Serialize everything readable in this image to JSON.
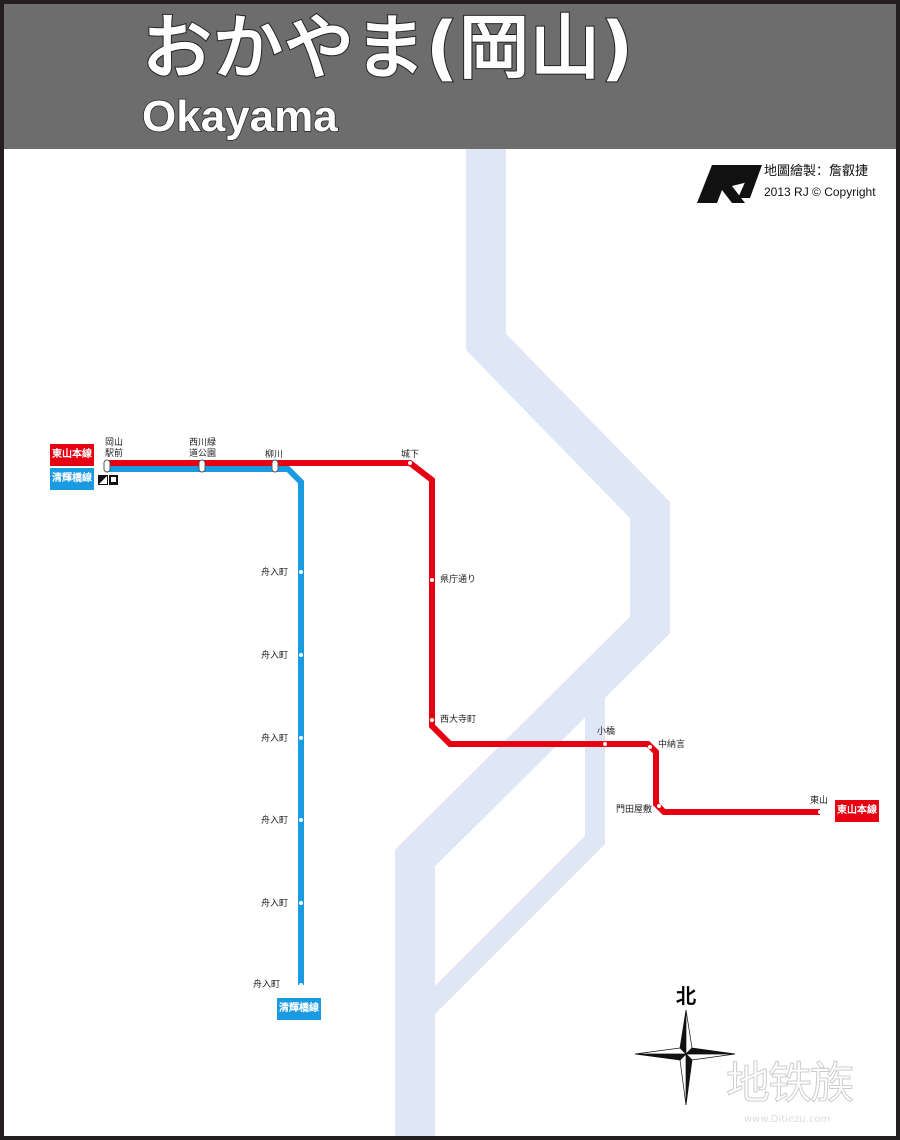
{
  "header": {
    "title_jp": "おかやま(岡山)",
    "title_en": "Okayama"
  },
  "credit": {
    "line1": "地圖繪製：詹叡捷",
    "line2": "2013 RJ © Copyright",
    "logo_text": "RJ"
  },
  "lines": {
    "higashiyama": {
      "name": "東山本線",
      "color": "#e60012"
    },
    "seikibashi": {
      "name": "清輝橋線",
      "color": "#1a9ae0"
    }
  },
  "stations": {
    "okayama_ekimae": "岡山\n駅前",
    "nishigawa": "西川緑\n道公園",
    "yanagawa": "柳川",
    "shiroshita": "城下",
    "kenchodori": "県庁通り",
    "saidaijicho": "西大寺町",
    "kobashi": "小橋",
    "nakanosho": "中納言",
    "kadotayashiki": "門田屋敷",
    "higashiyama": "東山",
    "blue": [
      "舟入町",
      "舟入町",
      "舟入町",
      "舟入町",
      "舟入町",
      "舟入町"
    ]
  },
  "compass": {
    "north": "北"
  },
  "watermark": {
    "text": "地铁族",
    "url": "www.Ditiezu.com"
  },
  "river_color": "#dfe7f6"
}
